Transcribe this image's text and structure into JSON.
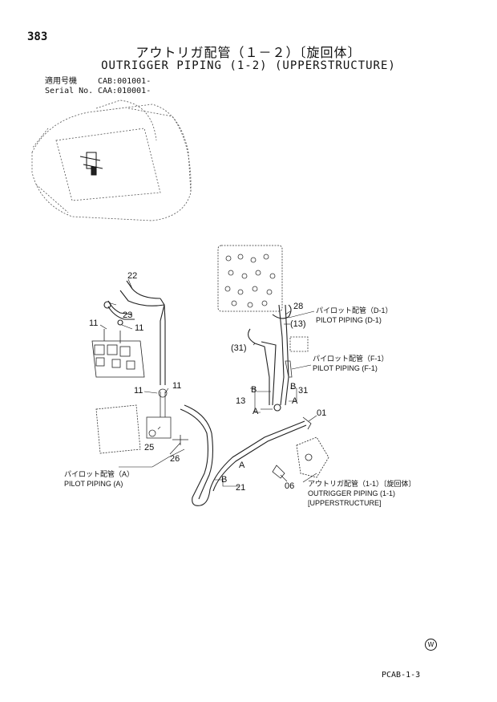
{
  "header": {
    "page_number": "383",
    "title_jp": "アウトリガ配管（１－２）〔旋回体〕",
    "title_en": "OUTRIGGER PIPING (1-2) (UPPERSTRUCTURE)",
    "serial": [
      {
        "label": "適用号機",
        "value": "CAB:001001-"
      },
      {
        "label": "Serial No.",
        "value": "CAA:010001-"
      }
    ]
  },
  "callouts": {
    "pilot_d1_jp": "パイロット配管（D-1）",
    "pilot_d1_en": "PILOT PIPING (D-1)",
    "pilot_f1_jp": "パイロット配管（F-1）",
    "pilot_f1_en": "PILOT PIPING (F-1)",
    "pilot_a_jp": "パイロット配管（A）",
    "pilot_a_en": "PILOT PIPING (A)",
    "outrigger_jp": "アウトリガ配管（1-1）〔旋回体〕",
    "outrigger_en_1": "OUTRIGGER PIPING (1-1)",
    "outrigger_en_2": "[UPPERSTRUCTURE]"
  },
  "part_numbers": {
    "p22": "22",
    "p23": "23",
    "p11_a": "11",
    "p11_b": "11",
    "p11_c": "11",
    "p11_d": "11",
    "p25": "25",
    "p26": "26",
    "p28": "28",
    "p13_paren": "(13)",
    "p31_paren": "(31)",
    "p13": "13",
    "p31": "31",
    "p01": "01",
    "p06": "06",
    "p21": "21",
    "letter_b1": "B",
    "letter_b2": "B",
    "letter_a1": "A",
    "letter_a2": "A",
    "letter_a3": "A",
    "letter_b3": "B"
  },
  "footer": {
    "mark": "W",
    "code": "PCAB-1-3"
  }
}
